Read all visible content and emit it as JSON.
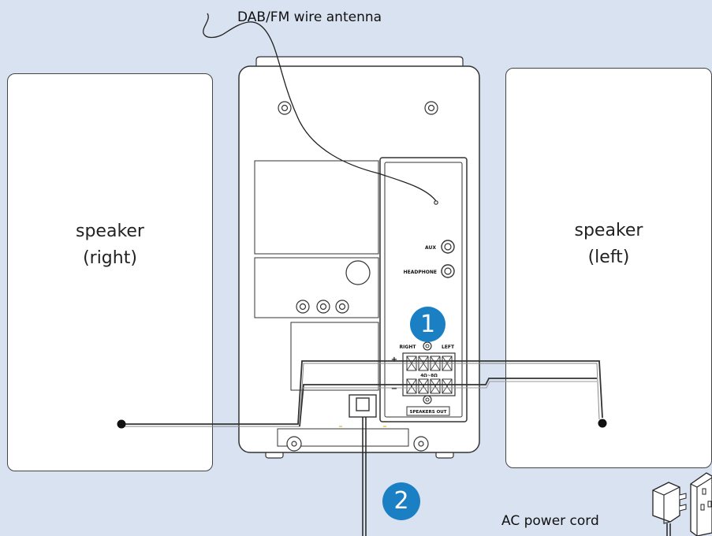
{
  "labels": {
    "antenna": "DAB/FM wire antenna",
    "speaker_right_line1": "speaker",
    "speaker_right_line2": "(right)",
    "speaker_left_line1": "speaker",
    "speaker_left_line2": "(left)",
    "ac_power_cord": "AC power cord"
  },
  "panel": {
    "aux": "AUX",
    "headphone": "HEADPHONE",
    "right": "RIGHT",
    "left": "LEFT",
    "plus": "+",
    "minus": "−",
    "ohms": "4Ω~8Ω",
    "speakers_out": "SPEAKERS OUT"
  },
  "steps": {
    "step1": "1",
    "step2": "2"
  },
  "colors": {
    "background": "#d9e2f1",
    "step_badge": "#1b7fc4"
  }
}
